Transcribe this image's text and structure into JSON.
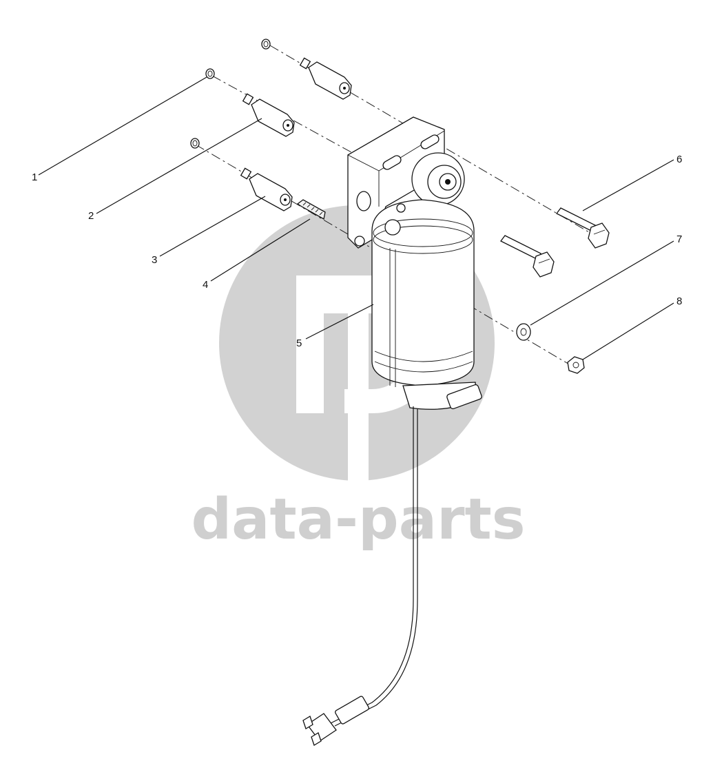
{
  "watermark": {
    "text": "data-parts",
    "color": "#cfcfcf"
  },
  "callouts": [
    {
      "id": "1",
      "label": "1"
    },
    {
      "id": "2",
      "label": "2"
    },
    {
      "id": "3",
      "label": "3"
    },
    {
      "id": "4",
      "label": "4"
    },
    {
      "id": "5",
      "label": "5"
    },
    {
      "id": "6",
      "label": "6"
    },
    {
      "id": "7",
      "label": "7"
    },
    {
      "id": "8",
      "label": "8"
    }
  ],
  "icons": [
    "o-ring-icon",
    "spacer-icon",
    "stud-icon",
    "fuel-filter-icon",
    "bolt-icon",
    "washer-icon",
    "nut-icon",
    "connector-icon"
  ]
}
